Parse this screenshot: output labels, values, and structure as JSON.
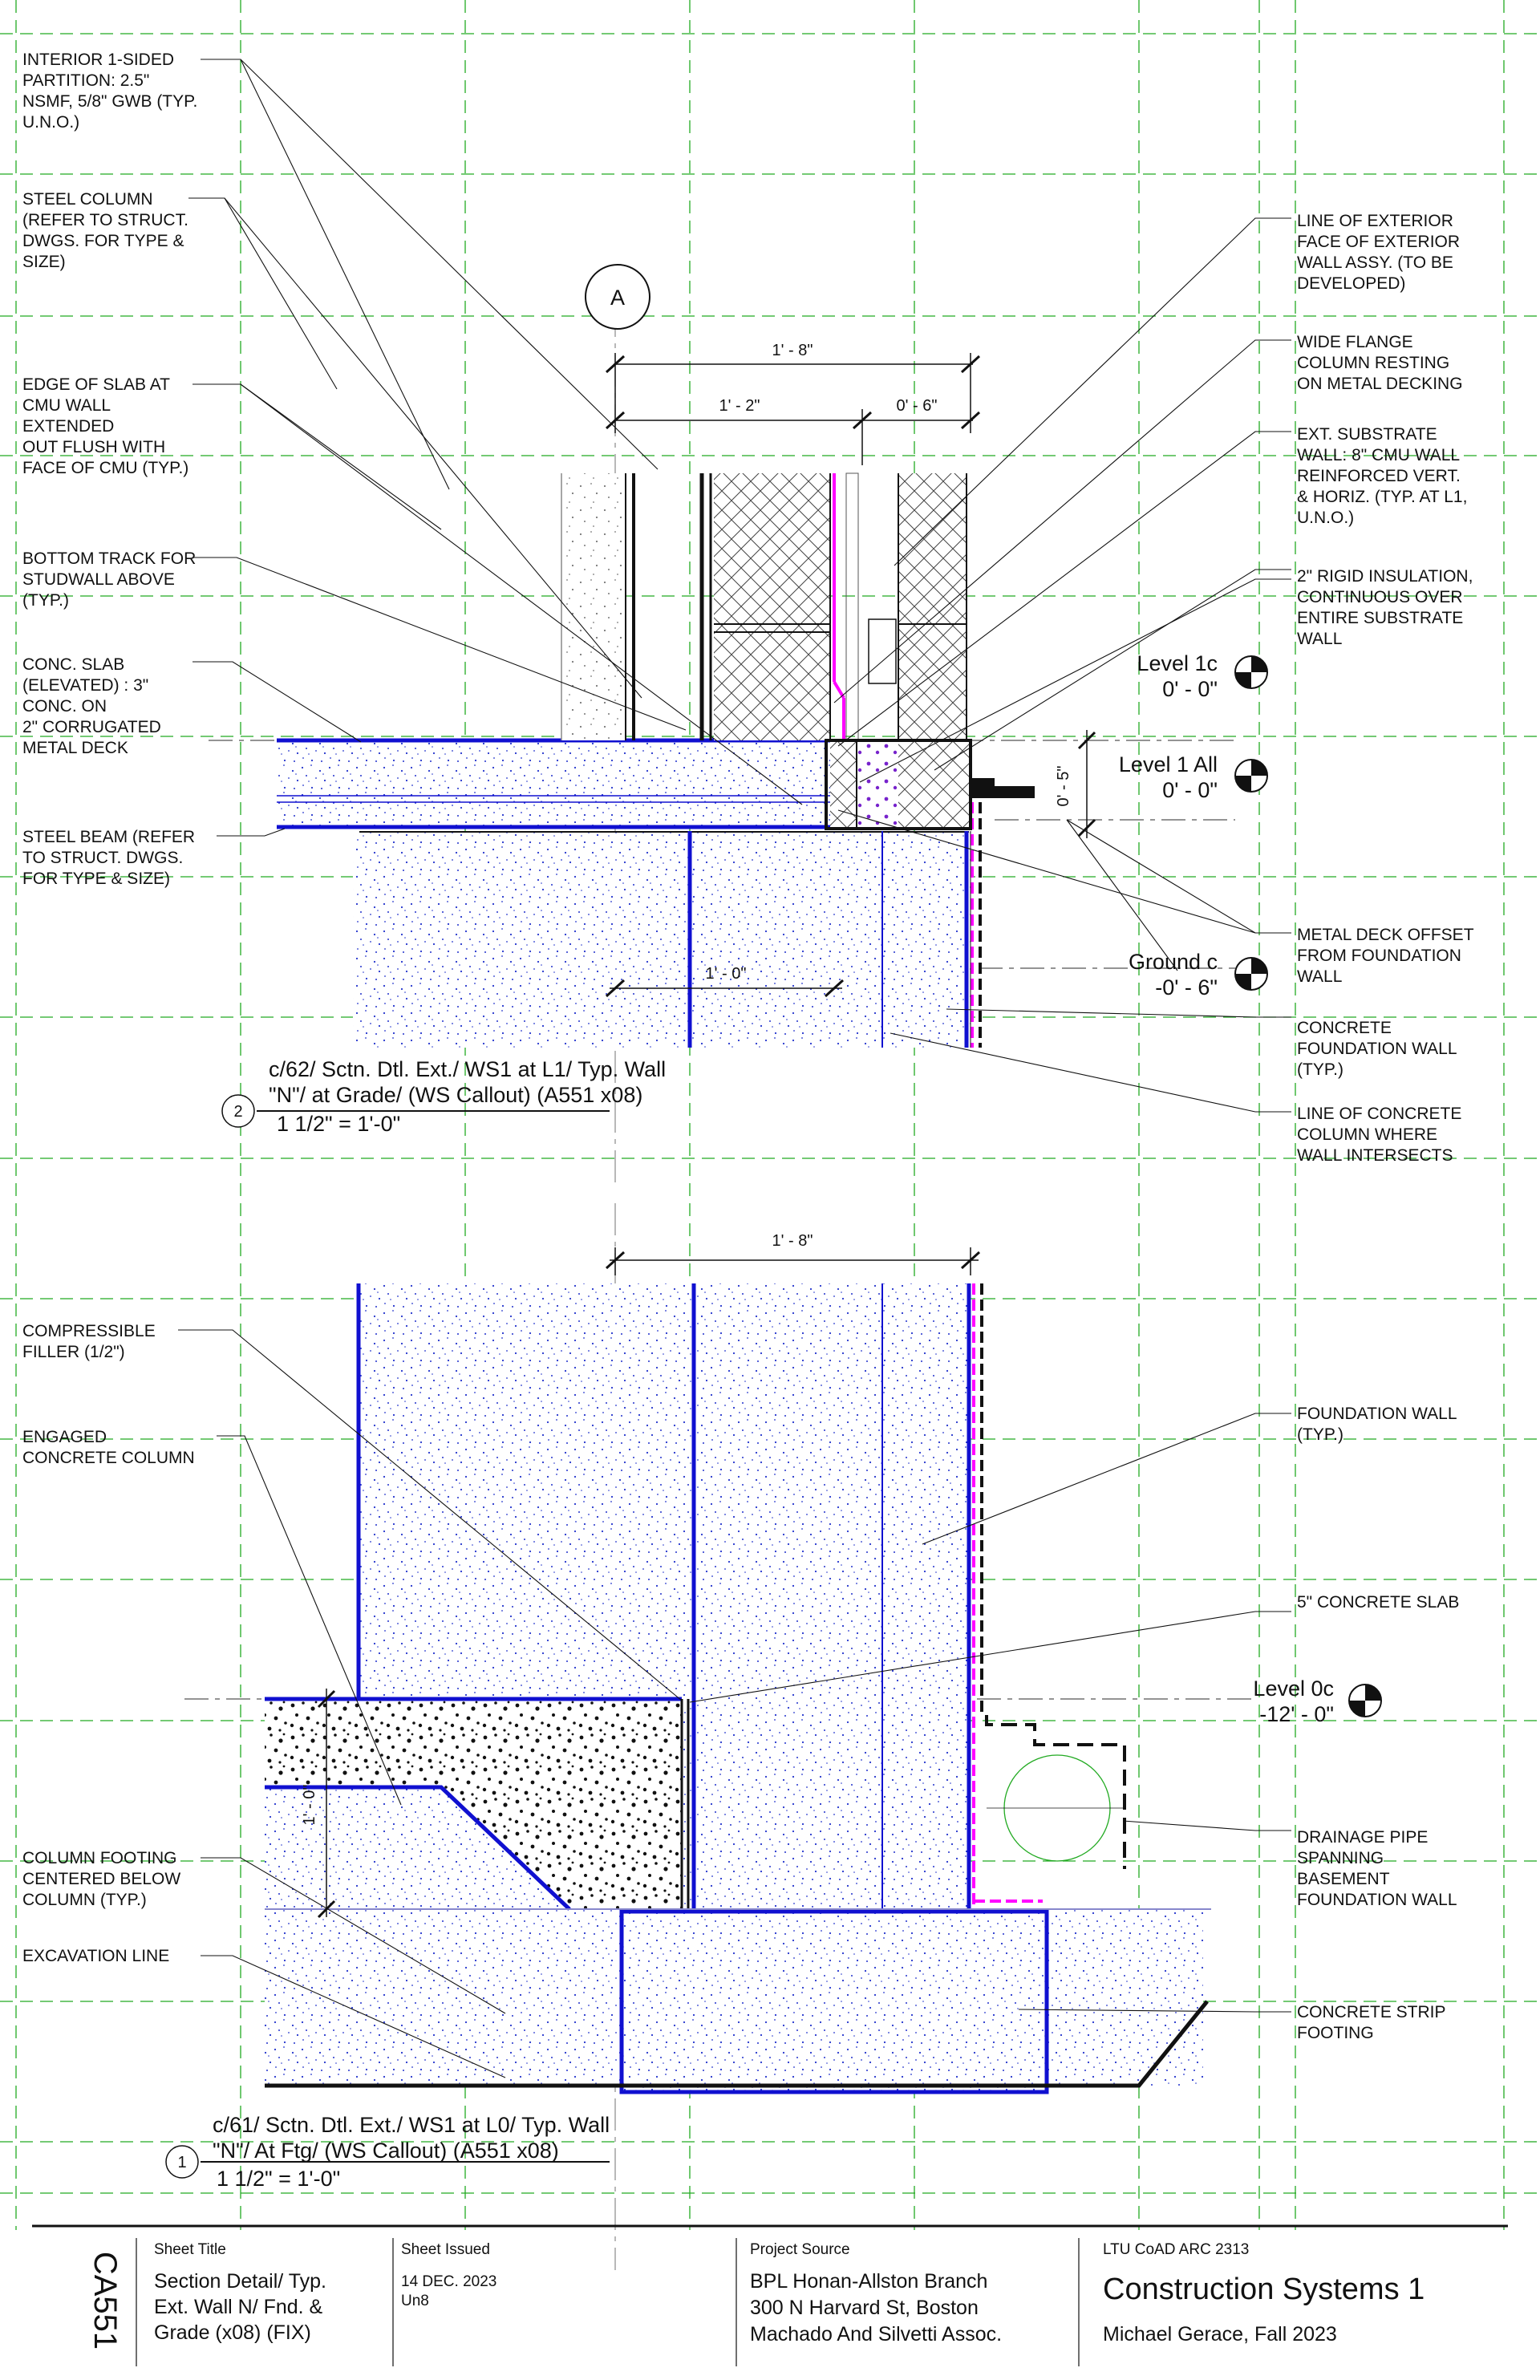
{
  "sheet": {
    "number": "CA551",
    "sheet_title_label": "Sheet Title",
    "sheet_title": [
      "Section Detail/ Typ.",
      "Ext. Wall N/ Fnd. &",
      "Grade (x08) (FIX)"
    ],
    "sheet_issued_label": "Sheet Issued",
    "sheet_issued": [
      "14 DEC. 2023",
      "Un8"
    ],
    "project_source_label": "Project Source",
    "project_source": [
      "BPL Honan-Allston Branch",
      "300 N Harvard St, Boston",
      "Machado And Silvetti Assoc."
    ],
    "course_label": "LTU CoAD ARC 2313",
    "course_title": "Construction Systems 1",
    "author": "Michael Gerace, Fall 2023"
  },
  "detail_2": {
    "grid_bubble": "A",
    "dim_total": "1' - 8\"",
    "dim_left": "1' - 2\"",
    "dim_right": "0' - 6\"",
    "dim_lower": "1' - 0\"",
    "dim_vertical": "0' - 5\"",
    "caption_number": "2",
    "caption": [
      "c/62/  Sctn. Dtl. Ext./ WS1 at L1/ Typ. Wall",
      "\"N\"/ at Grade/ (WS Callout) (A551 x08)",
      "1 1/2\" = 1'-0\""
    ],
    "levels": [
      {
        "name": "Level 1c",
        "elev": "0' - 0\""
      },
      {
        "name": "Level 1 All",
        "elev": "0' - 0\""
      },
      {
        "name": "Ground c",
        "elev": "-0' - 6\""
      }
    ],
    "notes_left": [
      [
        "INTERIOR 1-SIDED",
        "PARTITION: 2.5\"",
        "NSMF, 5/8\" GWB (TYP.",
        "U.N.O.)"
      ],
      [
        "STEEL COLUMN",
        "(REFER TO STRUCT.",
        "DWGS. FOR TYPE &",
        "SIZE)"
      ],
      [
        "EDGE OF SLAB AT",
        "CMU WALL",
        "EXTENDED",
        "OUT FLUSH WITH",
        "FACE OF CMU (TYP.)"
      ],
      [
        "BOTTOM TRACK FOR",
        "STUDWALL ABOVE",
        "(TYP.)"
      ],
      [
        "CONC. SLAB",
        "(ELEVATED) : 3\"",
        "CONC. ON",
        "2\" CORRUGATED",
        "METAL DECK"
      ],
      [
        "STEEL BEAM (REFER",
        "TO STRUCT. DWGS.",
        "FOR TYPE & SIZE)"
      ]
    ],
    "notes_right": [
      [
        "LINE OF EXTERIOR",
        "FACE OF EXTERIOR",
        "WALL ASSY. (TO BE",
        "DEVELOPED)"
      ],
      [
        "WIDE FLANGE",
        "COLUMN RESTING",
        "ON METAL DECKING"
      ],
      [
        "EXT. SUBSTRATE",
        "WALL: 8\" CMU WALL",
        "REINFORCED VERT.",
        "& HORIZ. (TYP. AT L1,",
        "U.N.O.)"
      ],
      [
        "2\" RIGID INSULATION,",
        "CONTINUOUS OVER",
        "ENTIRE SUBSTRATE",
        "WALL"
      ],
      [
        "METAL DECK OFFSET",
        "FROM  FOUNDATION",
        "WALL"
      ],
      [
        "CONCRETE",
        "FOUNDATION WALL",
        "(TYP.)"
      ],
      [
        "LINE OF CONCRETE",
        "COLUMN WHERE",
        "WALL INTERSECTS"
      ]
    ]
  },
  "detail_1": {
    "dim_total": "1' - 8\"",
    "dim_vertical": "1' - 0\"",
    "caption_number": "1",
    "caption": [
      "c/61/  Sctn. Dtl. Ext./ WS1 at L0/ Typ. Wall",
      "\"N\"/ At Ftg/ (WS Callout) (A551 x08)",
      "1 1/2\" = 1'-0\""
    ],
    "levels": [
      {
        "name": "Level 0c",
        "elev": "-12' - 0\""
      }
    ],
    "notes_left": [
      [
        "COMPRESSIBLE",
        "FILLER (1/2\")"
      ],
      [
        "ENGAGED",
        "CONCRETE COLUMN"
      ],
      [
        "COLUMN FOOTING",
        "CENTERED BELOW",
        "COLUMN (TYP.)"
      ],
      [
        "EXCAVATION LINE"
      ]
    ],
    "notes_right": [
      [
        "FOUNDATION WALL",
        "(TYP.)"
      ],
      [
        "5\" CONCRETE SLAB"
      ],
      [
        "DRAINAGE PIPE",
        "SPANNING",
        "BASEMENT",
        "FOUNDATION WALL"
      ],
      [
        "CONCRETE STRIP",
        "FOOTING"
      ]
    ]
  },
  "colors": {
    "concrete_edge": "#1010d0",
    "stipple": "#2233cc",
    "membrane": "#ff00ff",
    "grid": "#22aa22",
    "ink": "#111111"
  }
}
